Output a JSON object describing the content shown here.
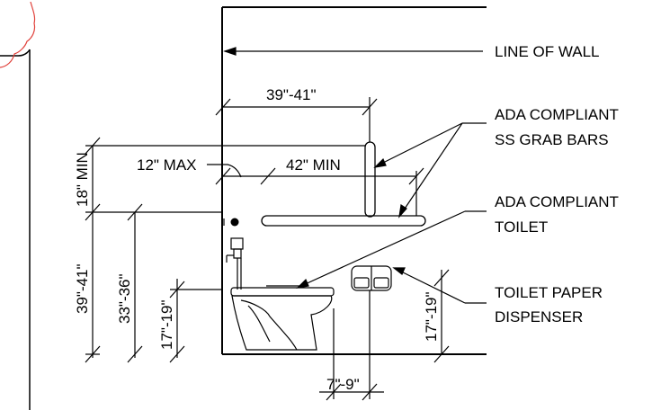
{
  "dimensions": {
    "grab_bar_side": "39\"-41\"",
    "max_rear_offset": "12\" MAX",
    "rear_bar_length": "42\" MIN",
    "vertical_bar_height": "18\" MIN",
    "bar_height": "39\"-41\"",
    "flush_height": "33\"-36\"",
    "seat_height": "17\"-19\"",
    "dispenser_height": "17\"-19\"",
    "dispenser_offset": "7\"-9\""
  },
  "callouts": {
    "wall": "LINE OF WALL",
    "grab_bars_1": "ADA COMPLIANT",
    "grab_bars_2": "SS GRAB BARS",
    "toilet_1": "ADA COMPLIANT",
    "toilet_2": "TOILET",
    "paper_1": "TOILET PAPER",
    "paper_2": "DISPENSER"
  }
}
